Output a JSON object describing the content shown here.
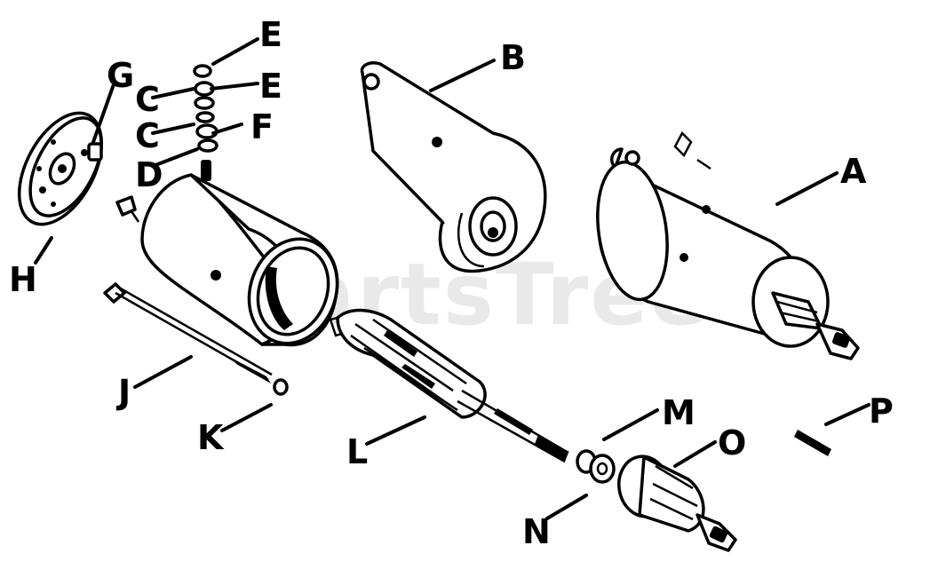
{
  "watermark": "PartsTree",
  "callouts": {
    "A": "A",
    "B": "B",
    "C1": "C",
    "C2": "C",
    "D": "D",
    "E1": "E",
    "E2": "E",
    "F": "F",
    "G": "G",
    "H": "H",
    "J": "J",
    "K": "K",
    "L": "L",
    "M": "M",
    "N": "N",
    "O": "O",
    "P": "P"
  }
}
